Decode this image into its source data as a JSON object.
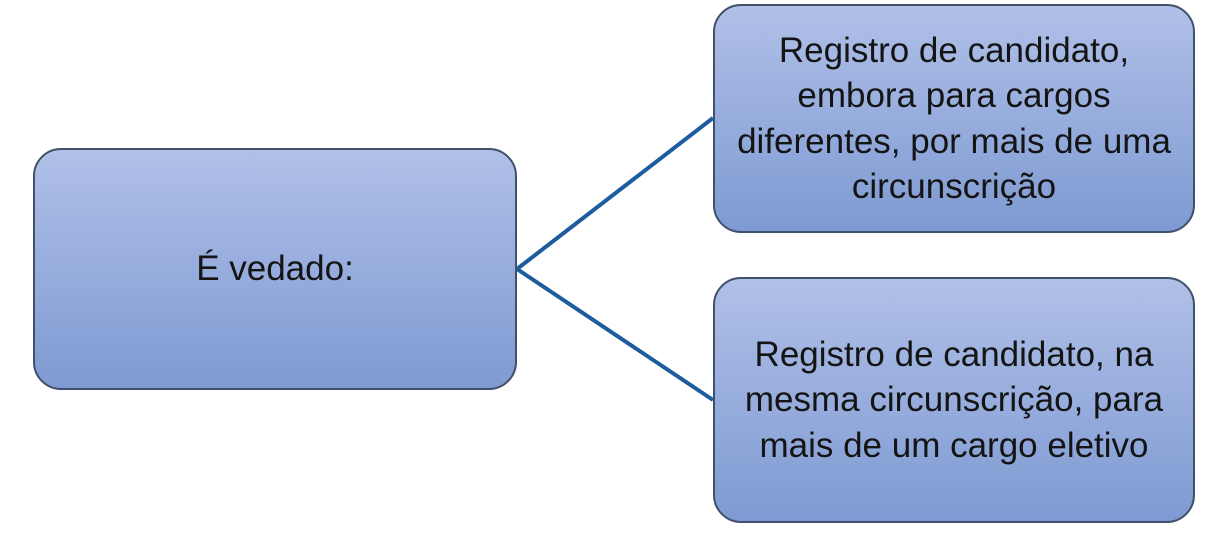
{
  "diagram": {
    "type": "hierarchy",
    "root": {
      "label": "É vedado:"
    },
    "children": [
      {
        "label": "Registro de candidato, embora para cargos diferentes, por mais de uma circunscrição"
      },
      {
        "label": "Registro de candidato, na mesma circunscrição, para mais de um cargo eletivo"
      }
    ]
  },
  "theme": {
    "box_fill_top": "#b0c0e8",
    "box_fill_bottom": "#7e9ad2",
    "box_border": "#41506b",
    "connector_color": "#1d5c9e",
    "text_color": "#141414",
    "background": "#ffffff"
  }
}
